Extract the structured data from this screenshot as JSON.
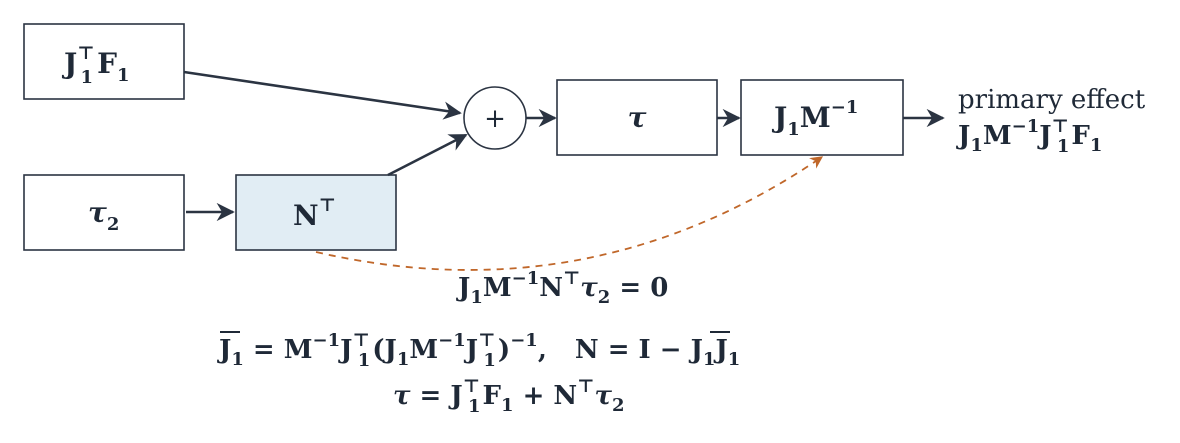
{
  "colors": {
    "stroke": "#2b3442",
    "highlight_fill": "#e1edf4",
    "dashed_arrow": "#c0672a"
  },
  "boxes": {
    "jtf1": {
      "main": "J",
      "sup": "⊤",
      "sub": "1",
      "tail": "F",
      "tail_sub": "1"
    },
    "tau2": {
      "main": "τ",
      "sub": "2"
    },
    "nt": {
      "main": "N",
      "sup": "⊤"
    },
    "tau": {
      "main": "τ"
    },
    "j1minv": {
      "main": "J",
      "sub": "1",
      "mid": "M",
      "sup": "−1"
    }
  },
  "sum_node": {
    "symbol": "+"
  },
  "output": {
    "label": "primary effect",
    "expr_a": "J",
    "expr_a_sub": "1",
    "expr_b": "M",
    "expr_b_sup": "−1",
    "expr_c": "J",
    "expr_c_sup": "⊤",
    "expr_c_sub": "1",
    "expr_d": "F",
    "expr_d_sub": "1"
  },
  "null_condition": {
    "a": "J",
    "a_sub": "1",
    "b": "M",
    "b_sup": "−1",
    "c": "N",
    "c_sup": "⊤",
    "d": "τ",
    "d_sub": "2",
    "eq": " = 0"
  },
  "formula1": {
    "jbar": "J",
    "jbar_sub": "1",
    "eq1": " = M",
    "sup1": "−1",
    "j": "J",
    "j_sup": "⊤",
    "j_sub": "1",
    "paren_open": "(J",
    "paren_sub": "1",
    "m": "M",
    "m_sup": "−1",
    "j2": "J",
    "j2_sup": "⊤",
    "j2_sub": "1",
    "close": ")",
    "close_sup": "−1",
    "comma": ",",
    "n_def": "N = I − ",
    "jbar2": "J",
    "jbar2_sub": "1",
    "j3": "J",
    "j3_sub": "1"
  },
  "formula2": {
    "tau": "τ",
    "eq": " = J",
    "j_sup": "⊤",
    "j_sub": "1",
    "f": "F",
    "f_sub": "1",
    "plus_n": " + N",
    "n_sup": "⊤",
    "tau2": "τ",
    "tau2_sub": "2"
  }
}
